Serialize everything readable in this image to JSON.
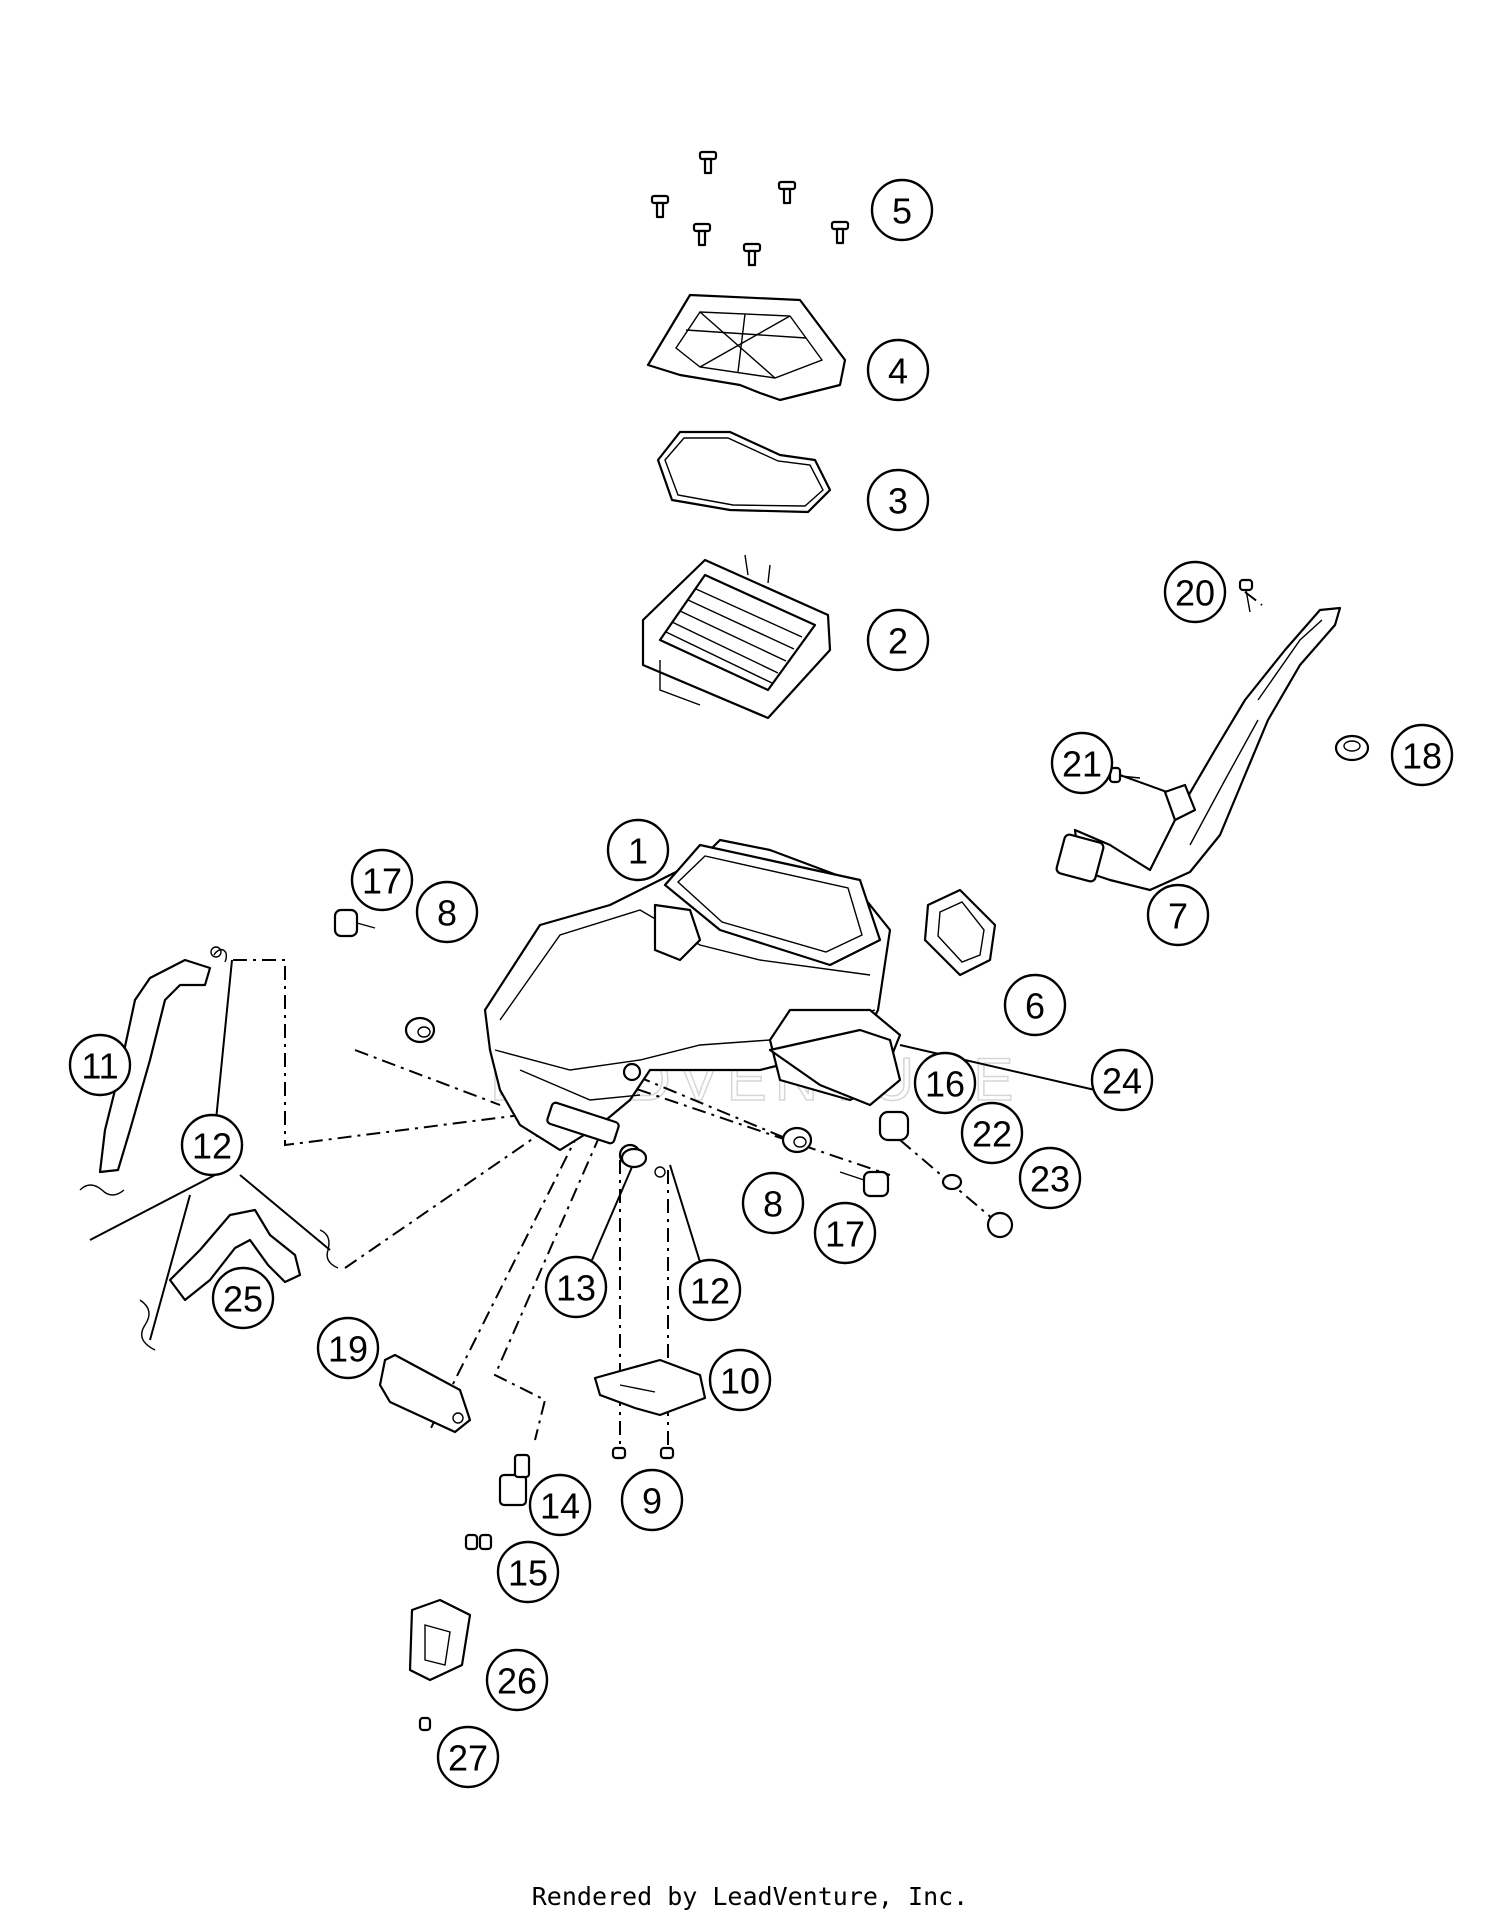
{
  "watermark": "LEADVENTURE",
  "credit": "Rendered by LeadVenture, Inc.",
  "callouts": [
    {
      "id": "c1",
      "label": "1"
    },
    {
      "id": "c2",
      "label": "2"
    },
    {
      "id": "c3",
      "label": "3"
    },
    {
      "id": "c4",
      "label": "4"
    },
    {
      "id": "c5",
      "label": "5"
    },
    {
      "id": "c6",
      "label": "6"
    },
    {
      "id": "c7",
      "label": "7"
    },
    {
      "id": "c8a",
      "label": "8"
    },
    {
      "id": "c8b",
      "label": "8"
    },
    {
      "id": "c9",
      "label": "9"
    },
    {
      "id": "c10",
      "label": "10"
    },
    {
      "id": "c11",
      "label": "11"
    },
    {
      "id": "c12a",
      "label": "12"
    },
    {
      "id": "c12b",
      "label": "12"
    },
    {
      "id": "c13",
      "label": "13"
    },
    {
      "id": "c14",
      "label": "14"
    },
    {
      "id": "c15",
      "label": "15"
    },
    {
      "id": "c16",
      "label": "16"
    },
    {
      "id": "c17a",
      "label": "17"
    },
    {
      "id": "c17b",
      "label": "17"
    },
    {
      "id": "c18",
      "label": "18"
    },
    {
      "id": "c19",
      "label": "19"
    },
    {
      "id": "c20",
      "label": "20"
    },
    {
      "id": "c21",
      "label": "21"
    },
    {
      "id": "c22",
      "label": "22"
    },
    {
      "id": "c23",
      "label": "23"
    },
    {
      "id": "c24",
      "label": "24"
    },
    {
      "id": "c25",
      "label": "25"
    },
    {
      "id": "c26",
      "label": "26"
    },
    {
      "id": "c27",
      "label": "27"
    }
  ]
}
